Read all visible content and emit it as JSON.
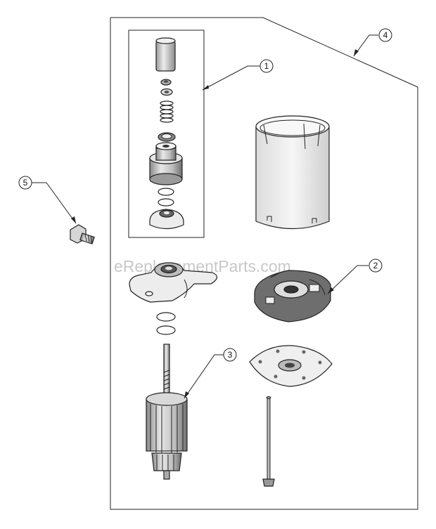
{
  "diagram": {
    "watermark": "eReplacementParts.com",
    "callouts": [
      {
        "id": "callout-1",
        "label": "1"
      },
      {
        "id": "callout-2",
        "label": "2"
      },
      {
        "id": "callout-3",
        "label": "3"
      },
      {
        "id": "callout-4",
        "label": "4"
      },
      {
        "id": "callout-5",
        "label": "5"
      }
    ],
    "parts": [
      {
        "id": "drive-assembly",
        "callout": "1"
      },
      {
        "id": "brush-holder",
        "callout": "2"
      },
      {
        "id": "armature",
        "callout": "3"
      },
      {
        "id": "starter-motor",
        "callout": "4"
      },
      {
        "id": "mounting-bolt",
        "callout": "5"
      }
    ]
  }
}
